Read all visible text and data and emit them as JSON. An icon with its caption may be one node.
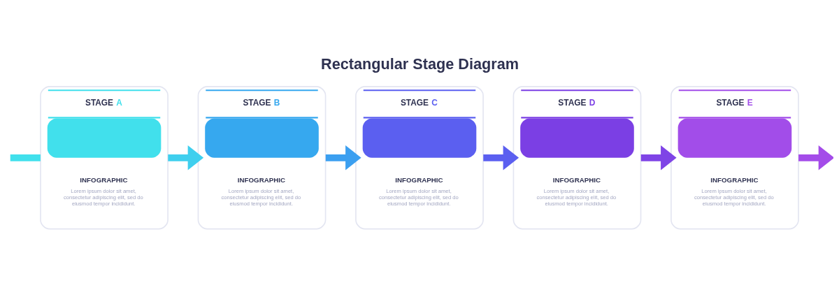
{
  "diagram": {
    "title": "Rectangular Stage Diagram",
    "nodes": [
      {
        "text": [
          "STAGE A",
          "INFOGRAPHIC",
          "Lorem ipsum dolor sit amet, consectetur adipiscing elit, sed do eiusmod tempor incididunt."
        ]
      },
      {
        "text": [
          "STAGE B",
          "INFOGRAPHIC",
          "Lorem ipsum dolor sit amet, consectetur adipiscing elit, sed do eiusmod tempor incididunt."
        ]
      },
      {
        "text": [
          "STAGE C",
          "INFOGRAPHIC",
          "Lorem ipsum dolor sit amet, consectetur adipiscing elit, sed do eiusmod tempor incididunt."
        ]
      },
      {
        "text": [
          "STAGE D",
          "INFOGRAPHIC",
          "Lorem ipsum dolor sit amet, consectetur adipiscing elit, sed do eiusmod tempor incididunt."
        ]
      },
      {
        "text": [
          "STAGE E",
          "INFOGRAPHIC",
          "Lorem ipsum dolor sit amet, consectetur adipiscing elit, sed do eiusmod tempor incididunt."
        ]
      }
    ],
    "edges": [
      {
        "from": null,
        "to": 0,
        "arrow": "none",
        "color": "#41e0ec"
      },
      {
        "from": 0,
        "to": 1,
        "arrow": "to",
        "color": "#3fcfee"
      },
      {
        "from": 1,
        "to": 2,
        "arrow": "to",
        "color": "#3b9ff0"
      },
      {
        "from": 2,
        "to": 3,
        "arrow": "to",
        "color": "#5b5ff0"
      },
      {
        "from": 3,
        "to": 4,
        "arrow": "to",
        "color": "#7f44e6"
      },
      {
        "from": 4,
        "to": null,
        "arrow": "to",
        "color": "#a44ce9"
      }
    ]
  }
}
